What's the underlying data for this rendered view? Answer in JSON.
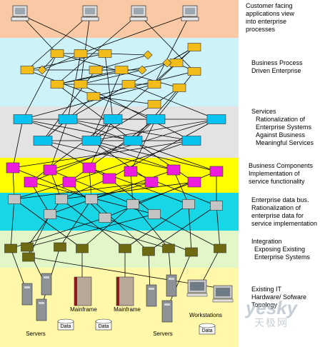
{
  "layers": [
    {
      "id": "customer",
      "color": "#f9c9a5",
      "label": [
        "Customer facing",
        "applications view",
        "into enterprise",
        "processes"
      ]
    },
    {
      "id": "process",
      "color": "#cdf3f9",
      "label": [
        "Business Process",
        "Driven Enterprise"
      ]
    },
    {
      "id": "services",
      "color": "#e3e3e3",
      "label": [
        "Services",
        "Rationalization of",
        "Enterprise Systems",
        "Against Business",
        "Meaningful Services"
      ]
    },
    {
      "id": "components",
      "color": "#ffff00",
      "label": [
        "Business Components",
        "Implementation of",
        "service functionality"
      ]
    },
    {
      "id": "databus",
      "color": "#19d6e6",
      "label": [
        "Enterprise data bus.",
        "Rationalization of",
        "enterprise data for",
        "service implementation"
      ]
    },
    {
      "id": "integration",
      "color": "#e2f6c7",
      "label": [
        "Integration",
        "Exposing Existing",
        "Enterprise Systems"
      ]
    },
    {
      "id": "it",
      "color": "#fff8a8",
      "label": [
        "Existing IT",
        "Hardware/ Sofware",
        "Topology"
      ]
    }
  ],
  "node_colors": {
    "process": "#f2bd1a",
    "services": "#08c2f0",
    "components": "#ef1ce0",
    "databus": "#c4c4c4",
    "integration": "#6e6a12"
  },
  "hardware_labels": {
    "servers_left": "Servers",
    "mainframe_1": "Mainframe",
    "mainframe_2": "Mainframe",
    "servers_right": "Servers",
    "workstations": "Workstations",
    "data": "Data"
  },
  "watermark": {
    "line1": "yesky",
    "line2": "天极网"
  }
}
